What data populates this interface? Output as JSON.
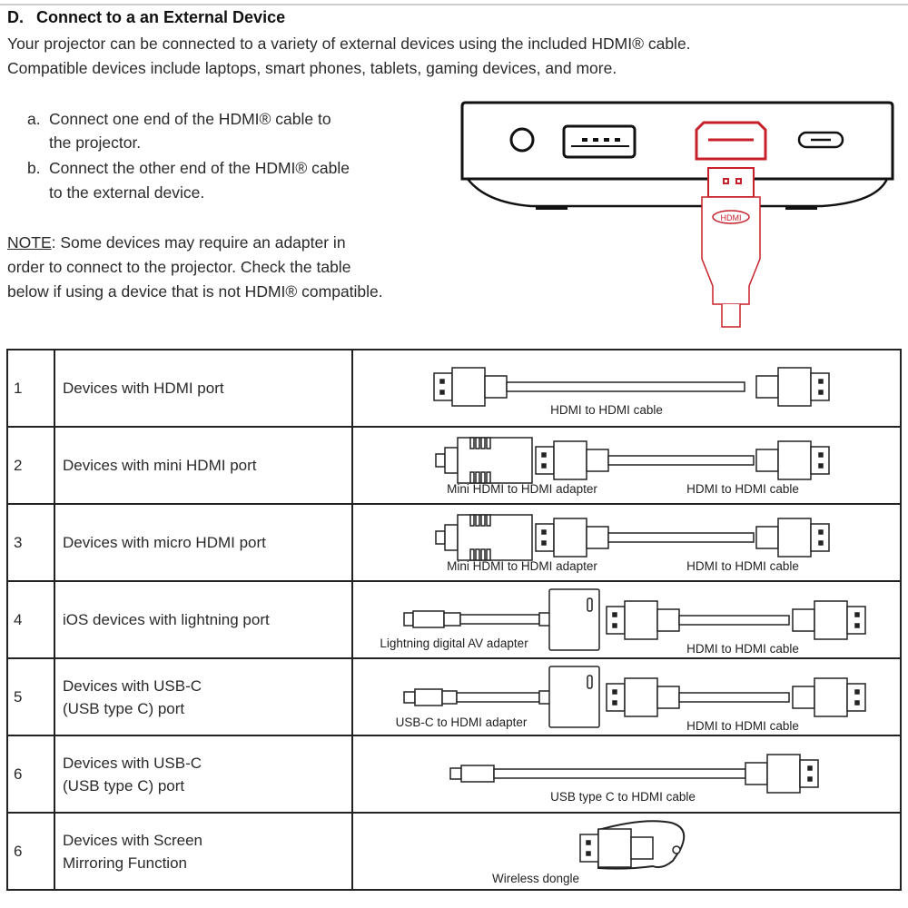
{
  "section": {
    "letter": "D.",
    "title": "Connect to a an External Device",
    "intro": [
      "Your projector can be connected to a variety of external devices using the included HDMI® cable.",
      "Compatible devices include laptops, smart phones, tablets, gaming devices, and more."
    ],
    "steps": [
      {
        "marker": "a.",
        "lines": [
          "Connect one end of the HDMI® cable to",
          "the projector."
        ]
      },
      {
        "marker": "b.",
        "lines": [
          "Connect the other end of the HDMI® cable",
          "to the external device."
        ]
      }
    ],
    "note": {
      "label": "NOTE",
      "lines": [
        ": Some devices may require an adapter in",
        "order to connect to the projector. Check the table",
        "below if using a device that is not HDMI® compatible."
      ]
    }
  },
  "illustration": {
    "cable_badge": "HDMI",
    "highlight_color": "#c8202a"
  },
  "table": {
    "rows": [
      {
        "num": "1",
        "desc": [
          "Devices with HDMI port"
        ],
        "labels": [
          "HDMI to HDMI cable"
        ]
      },
      {
        "num": "2",
        "desc": [
          "Devices with mini HDMI port"
        ],
        "labels": [
          "Mini HDMI to HDMI adapter",
          "HDMI to HDMI cable"
        ]
      },
      {
        "num": "3",
        "desc": [
          "Devices with micro HDMI port"
        ],
        "labels": [
          "Mini HDMI to HDMI adapter",
          "HDMI to HDMI cable"
        ]
      },
      {
        "num": "4",
        "desc": [
          "iOS devices with lightning port"
        ],
        "labels": [
          "Lightning digital AV adapter",
          "HDMI to HDMI cable"
        ]
      },
      {
        "num": "5",
        "desc": [
          "Devices with USB-C",
          "(USB type C) port"
        ],
        "labels": [
          "USB-C to HDMI adapter",
          "HDMI to HDMI cable"
        ]
      },
      {
        "num": "6",
        "desc": [
          "Devices with USB-C",
          "(USB type C) port"
        ],
        "labels": [
          "USB type C to HDMI cable"
        ]
      },
      {
        "num": "6",
        "desc": [
          "Devices with Screen",
          "Mirroring Function"
        ],
        "labels": [
          "Wireless dongle"
        ]
      }
    ]
  }
}
